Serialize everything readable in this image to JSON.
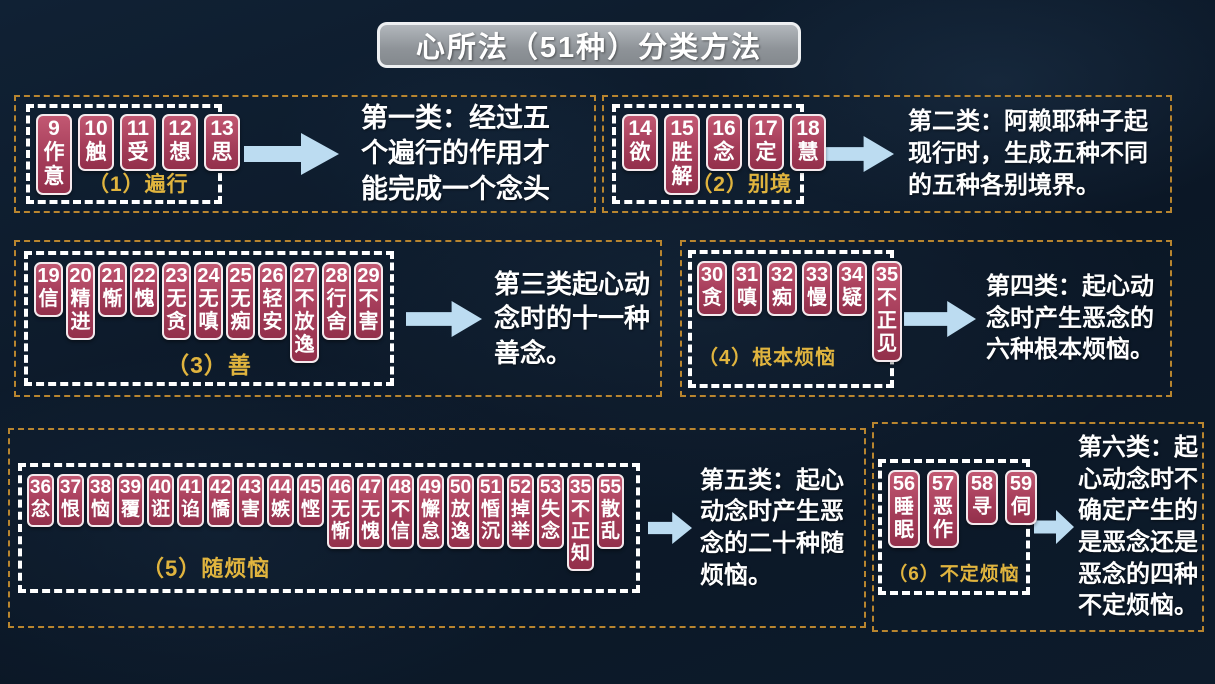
{
  "title": "心所法（51种）分类方法",
  "colors": {
    "background": "#0c1928",
    "card_fill": "#a53d5a",
    "card_border": "#f4e9ed",
    "label_gold": "#e0b43e",
    "outer_dash": "#b8852f",
    "inner_dash": "#ffffff",
    "arrow": "#bcdcf1",
    "title_bg": "#8e9398",
    "text": "#ffffff"
  },
  "groups": [
    {
      "label": "（1）遍行",
      "cards": [
        {
          "num": "9",
          "chars": "作意"
        },
        {
          "num": "10",
          "chars": "触"
        },
        {
          "num": "11",
          "chars": "受"
        },
        {
          "num": "12",
          "chars": "想"
        },
        {
          "num": "13",
          "chars": "思"
        }
      ],
      "description": "第一类：经过五\n个遍行的作用才\n能完成一个念头"
    },
    {
      "label": "（2）别境",
      "cards": [
        {
          "num": "14",
          "chars": "欲"
        },
        {
          "num": "15",
          "chars": "胜解"
        },
        {
          "num": "16",
          "chars": "念"
        },
        {
          "num": "17",
          "chars": "定"
        },
        {
          "num": "18",
          "chars": "慧"
        }
      ],
      "description": "第二类：阿赖耶种子起\n现行时，生成五种不同\n的五种各别境界。"
    },
    {
      "label": "（3）善",
      "cards": [
        {
          "num": "19",
          "chars": "信"
        },
        {
          "num": "20",
          "chars": "精进"
        },
        {
          "num": "21",
          "chars": "惭"
        },
        {
          "num": "22",
          "chars": "愧"
        },
        {
          "num": "23",
          "chars": "无贪"
        },
        {
          "num": "24",
          "chars": "无嗔"
        },
        {
          "num": "25",
          "chars": "无痴"
        },
        {
          "num": "26",
          "chars": "轻安"
        },
        {
          "num": "27",
          "chars": "不放逸"
        },
        {
          "num": "28",
          "chars": "行舍"
        },
        {
          "num": "29",
          "chars": "不害"
        }
      ],
      "description": "第三类起心动\n念时的十一种\n善念。"
    },
    {
      "label": "（4）根本烦恼",
      "cards": [
        {
          "num": "30",
          "chars": "贪"
        },
        {
          "num": "31",
          "chars": "嗔"
        },
        {
          "num": "32",
          "chars": "痴"
        },
        {
          "num": "33",
          "chars": "慢"
        },
        {
          "num": "34",
          "chars": "疑"
        },
        {
          "num": "35",
          "chars": "不正见"
        }
      ],
      "description": "第四类：起心动\n念时产生恶念的\n六种根本烦恼。"
    },
    {
      "label": "（5）随烦恼",
      "cards": [
        {
          "num": "36",
          "chars": "忿"
        },
        {
          "num": "37",
          "chars": "恨"
        },
        {
          "num": "38",
          "chars": "恼"
        },
        {
          "num": "39",
          "chars": "覆"
        },
        {
          "num": "40",
          "chars": "诳"
        },
        {
          "num": "41",
          "chars": "谄"
        },
        {
          "num": "42",
          "chars": "憍"
        },
        {
          "num": "43",
          "chars": "害"
        },
        {
          "num": "44",
          "chars": "嫉"
        },
        {
          "num": "45",
          "chars": "悭"
        },
        {
          "num": "46",
          "chars": "无惭"
        },
        {
          "num": "47",
          "chars": "无愧"
        },
        {
          "num": "48",
          "chars": "不信"
        },
        {
          "num": "49",
          "chars": "懈怠"
        },
        {
          "num": "50",
          "chars": "放逸"
        },
        {
          "num": "51",
          "chars": "惛沉"
        },
        {
          "num": "52",
          "chars": "掉举"
        },
        {
          "num": "53",
          "chars": "失念"
        },
        {
          "num": "35",
          "chars": "不正知"
        },
        {
          "num": "55",
          "chars": "散乱"
        }
      ],
      "description": "第五类：起心\n动念时产生恶\n念的二十种随\n烦恼。"
    },
    {
      "label": "（6）不定烦恼",
      "cards": [
        {
          "num": "56",
          "chars": "睡眠"
        },
        {
          "num": "57",
          "chars": "恶作"
        },
        {
          "num": "58",
          "chars": "寻"
        },
        {
          "num": "59",
          "chars": "伺"
        }
      ],
      "description": "第六类：起\n心动念时不\n确定产生的\n是恶念还是\n恶念的四种\n不定烦恼。"
    }
  ]
}
